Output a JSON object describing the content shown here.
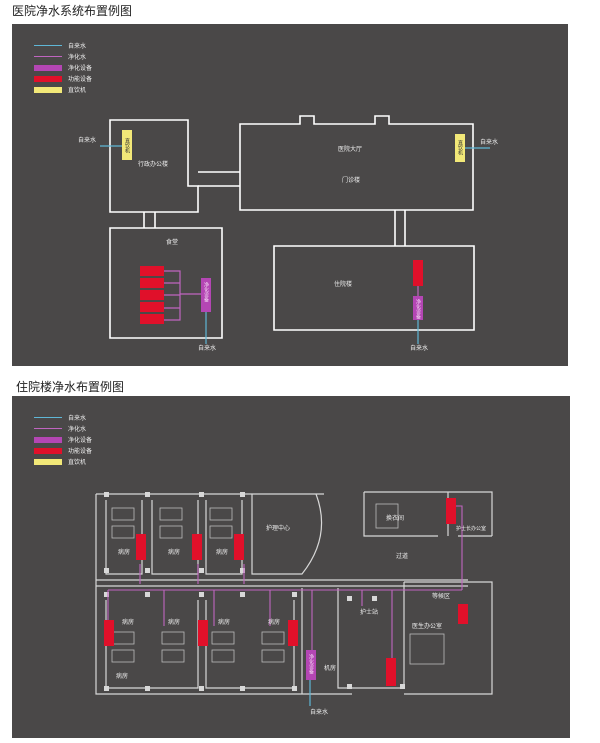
{
  "diagram1": {
    "title": "医院净水系统布置例图",
    "legend": {
      "tap_water": "自来水",
      "purified_water": "净化水",
      "purification_equipment": "净化设备",
      "functional_equipment": "功能设备",
      "drinking_machine": "直饮机"
    },
    "labels": {
      "admin_building": "行政办公楼",
      "hall": "医院大厅",
      "outpatient": "门诊楼",
      "canteen": "食堂",
      "inpatient": "住院楼",
      "tap_water_left": "自来水",
      "tap_water_right": "自来水",
      "tap_water_canteen": "自来水",
      "tap_water_inpatient": "自来水",
      "drink_machine_1": "直饮机",
      "drink_machine_2": "直饮机",
      "purify_canteen": "净化设备",
      "purify_inpatient": "净化设备"
    }
  },
  "diagram2": {
    "title": "住院楼净水布置例图",
    "legend": {
      "tap_water": "自来水",
      "purified_water": "净化水",
      "purification_equipment": "净化设备",
      "functional_equipment": "功能设备",
      "drinking_machine": "直饮机"
    },
    "labels": {
      "ward_1": "病房",
      "ward_2": "病房",
      "ward_3": "病房",
      "ward_4": "病房",
      "ward_5": "病房",
      "ward_6": "病房",
      "ward_7": "病房",
      "ward_8": "病房",
      "nursing_center": "护理中心",
      "changing_room": "换衣间",
      "head_nurse_office": "护士长办公室",
      "corridor": "过道",
      "waiting_area": "等候区",
      "nurse_station": "护士站",
      "machine_room": "机房",
      "doctor_office": "医生办公室",
      "purify_equipment": "净化设备",
      "tap_water": "自来水"
    }
  },
  "colors": {
    "background": "#4a4848",
    "wall": "#ffffff",
    "tap_water": "#5fb7d6",
    "purified_water": "#c065c0",
    "purification_equipment": "#b446b4",
    "functional_equipment": "#e0102a",
    "drinking_machine": "#f2e878"
  }
}
